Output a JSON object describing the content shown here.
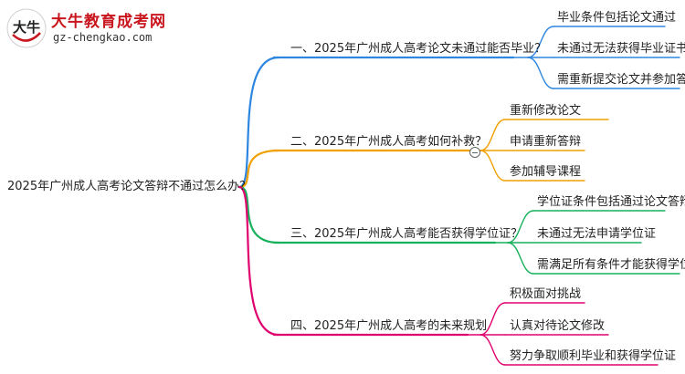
{
  "logo": {
    "title": "大牛教育成考网",
    "url": "gz-chengkao.com",
    "badge_text": "大牛",
    "brand_color": "#c9151e"
  },
  "root": {
    "label": "2025年广州成人高考论文答辩不通过怎么办？"
  },
  "branches": [
    {
      "label": "一、2025年广州成人高考论文未通过能否毕业？",
      "color": "#2d86e0",
      "children": [
        "毕业条件包括论文通过",
        "未通过无法获得毕业证书",
        "需重新提交论文并参加答辩"
      ]
    },
    {
      "label": "二、2025年广州成人高考如何补救？",
      "color": "#f0a000",
      "collapse_toggle": "collapse-icon",
      "children": [
        "重新修改论文",
        "申请重新答辩",
        "参加辅导课程"
      ]
    },
    {
      "label": "三、2025年广州成人高考能否获得学位证？",
      "color": "#17b15c",
      "children": [
        "学位证条件包括通过论文答辩",
        "未通过无法申请学位证",
        "需满足所有条件才能获得学位证"
      ]
    },
    {
      "label": "四、2025年广州成人高考的未来规划",
      "color": "#e0006e",
      "children": [
        "积极面对挑战",
        "认真对待论文修改",
        "努力争取顺利毕业和获得学位证"
      ]
    }
  ]
}
